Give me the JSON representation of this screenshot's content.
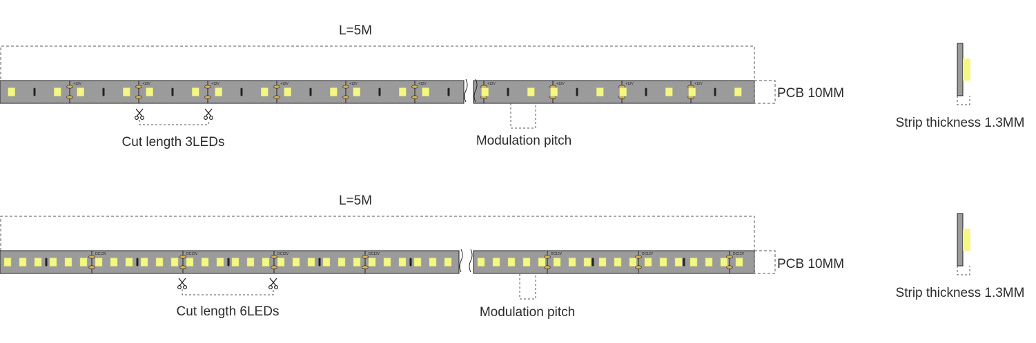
{
  "colors": {
    "pcb": "#9b9b9b",
    "led": "#f4f783",
    "outline": "#222222",
    "page": "#ffffff"
  },
  "icons": {
    "cut_marker": "scissors-icon"
  },
  "strips": [
    {
      "length_label": "L=5M",
      "pcb_width_label": "PCB 10MM",
      "cut_length_label": "Cut length 3LEDs",
      "pitch_label": "Modulation pitch",
      "thickness_label": "Strip thickness 1.3MM",
      "pad_marking": "+12V",
      "leds_per_cut": 3
    },
    {
      "length_label": "L=5M",
      "pcb_width_label": "PCB 10MM",
      "cut_length_label": "Cut length 6LEDs",
      "pitch_label": "Modulation pitch",
      "thickness_label": "Strip thickness 1.3MM",
      "pad_marking": "DC12V",
      "leds_per_cut": 6
    }
  ]
}
